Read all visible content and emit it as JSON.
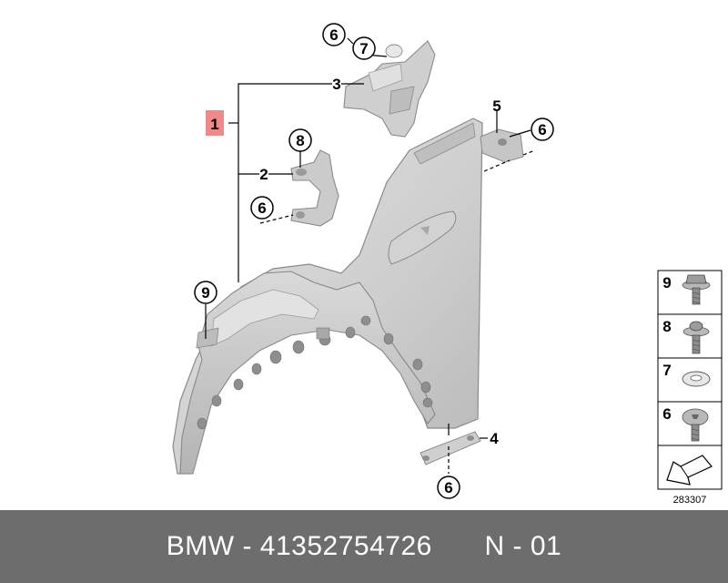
{
  "diagram": {
    "callouts": {
      "c1": "1",
      "c2": "2",
      "c3": "3",
      "c4": "4",
      "c5": "5",
      "c6a": "6",
      "c6b": "6",
      "c6c": "6",
      "c6d": "6",
      "c7": "7",
      "c8": "8",
      "c9": "9"
    },
    "legend": {
      "items": [
        {
          "number": "9",
          "icon": "hex-flange-bolt-icon"
        },
        {
          "number": "8",
          "icon": "flange-bolt-icon"
        },
        {
          "number": "7",
          "icon": "washer-icon"
        },
        {
          "number": "6",
          "icon": "torx-screw-icon"
        }
      ],
      "arrow_icon": "direction-arrow-icon"
    },
    "reference_number": "283307"
  },
  "footer": {
    "brand": "BMW",
    "separator": "-",
    "part_number": "41352754726",
    "code_prefix": "N",
    "code_separator": "-",
    "code_suffix": "01"
  },
  "colors": {
    "part_gray": "#c8c8c8",
    "part_dark": "#9a9a9a",
    "highlight": "#f08a8a",
    "footer_bg": "#6d6d6d"
  }
}
